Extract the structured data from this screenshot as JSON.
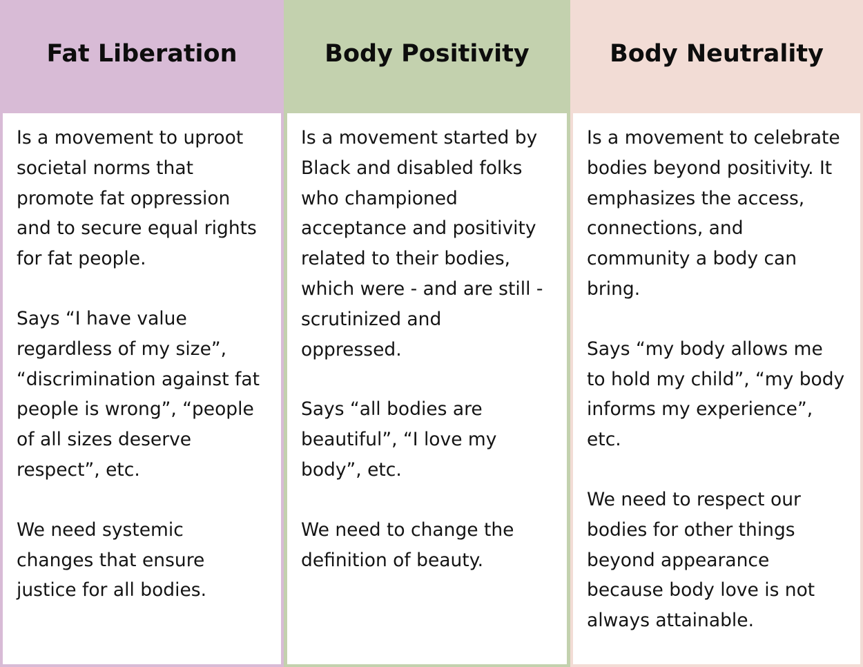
{
  "columns": [
    {
      "heading": "Fat Liberation",
      "paragraphs": [
        "Is a movement to uproot\nsocietal norms that\npromote fat oppression\nand to secure equal rights\nfor fat people.",
        "Says “I have value\nregardless of my size”,\n“discrimination against fat\npeople is wrong”, “people\nof all sizes deserve\nrespect”, etc.",
        "We need systemic\nchanges that ensure\njustice for all bodies."
      ]
    },
    {
      "heading": "Body Positivity",
      "paragraphs": [
        "Is a movement started by\nBlack and disabled folks\nwho championed\nacceptance and positivity\nrelated to their bodies,\nwhich were - and are still -\nscrutinized and\noppressed.",
        "Says “all bodies are\nbeautiful”, “I love my\nbody”, etc.",
        "We need to change the\ndefinition of beauty."
      ]
    },
    {
      "heading": "Body Neutrality",
      "paragraphs": [
        "Is a movement to celebrate\nbodies beyond positivity. It\nemphasizes the access,\nconnections, and\ncommunity a body can\nbring.",
        "Says “my body allows me\nto hold my child”, “my body\ninforms my experience”,\netc.",
        "We need to respect our\nbodies for other things\nbeyond appearance\nbecause body love is not\nalways attainable."
      ]
    }
  ],
  "colors": {
    "fat_liberation": "#d8bbd6",
    "body_positivity": "#c3d1ae",
    "body_neutrality": "#f2dcd5"
  }
}
